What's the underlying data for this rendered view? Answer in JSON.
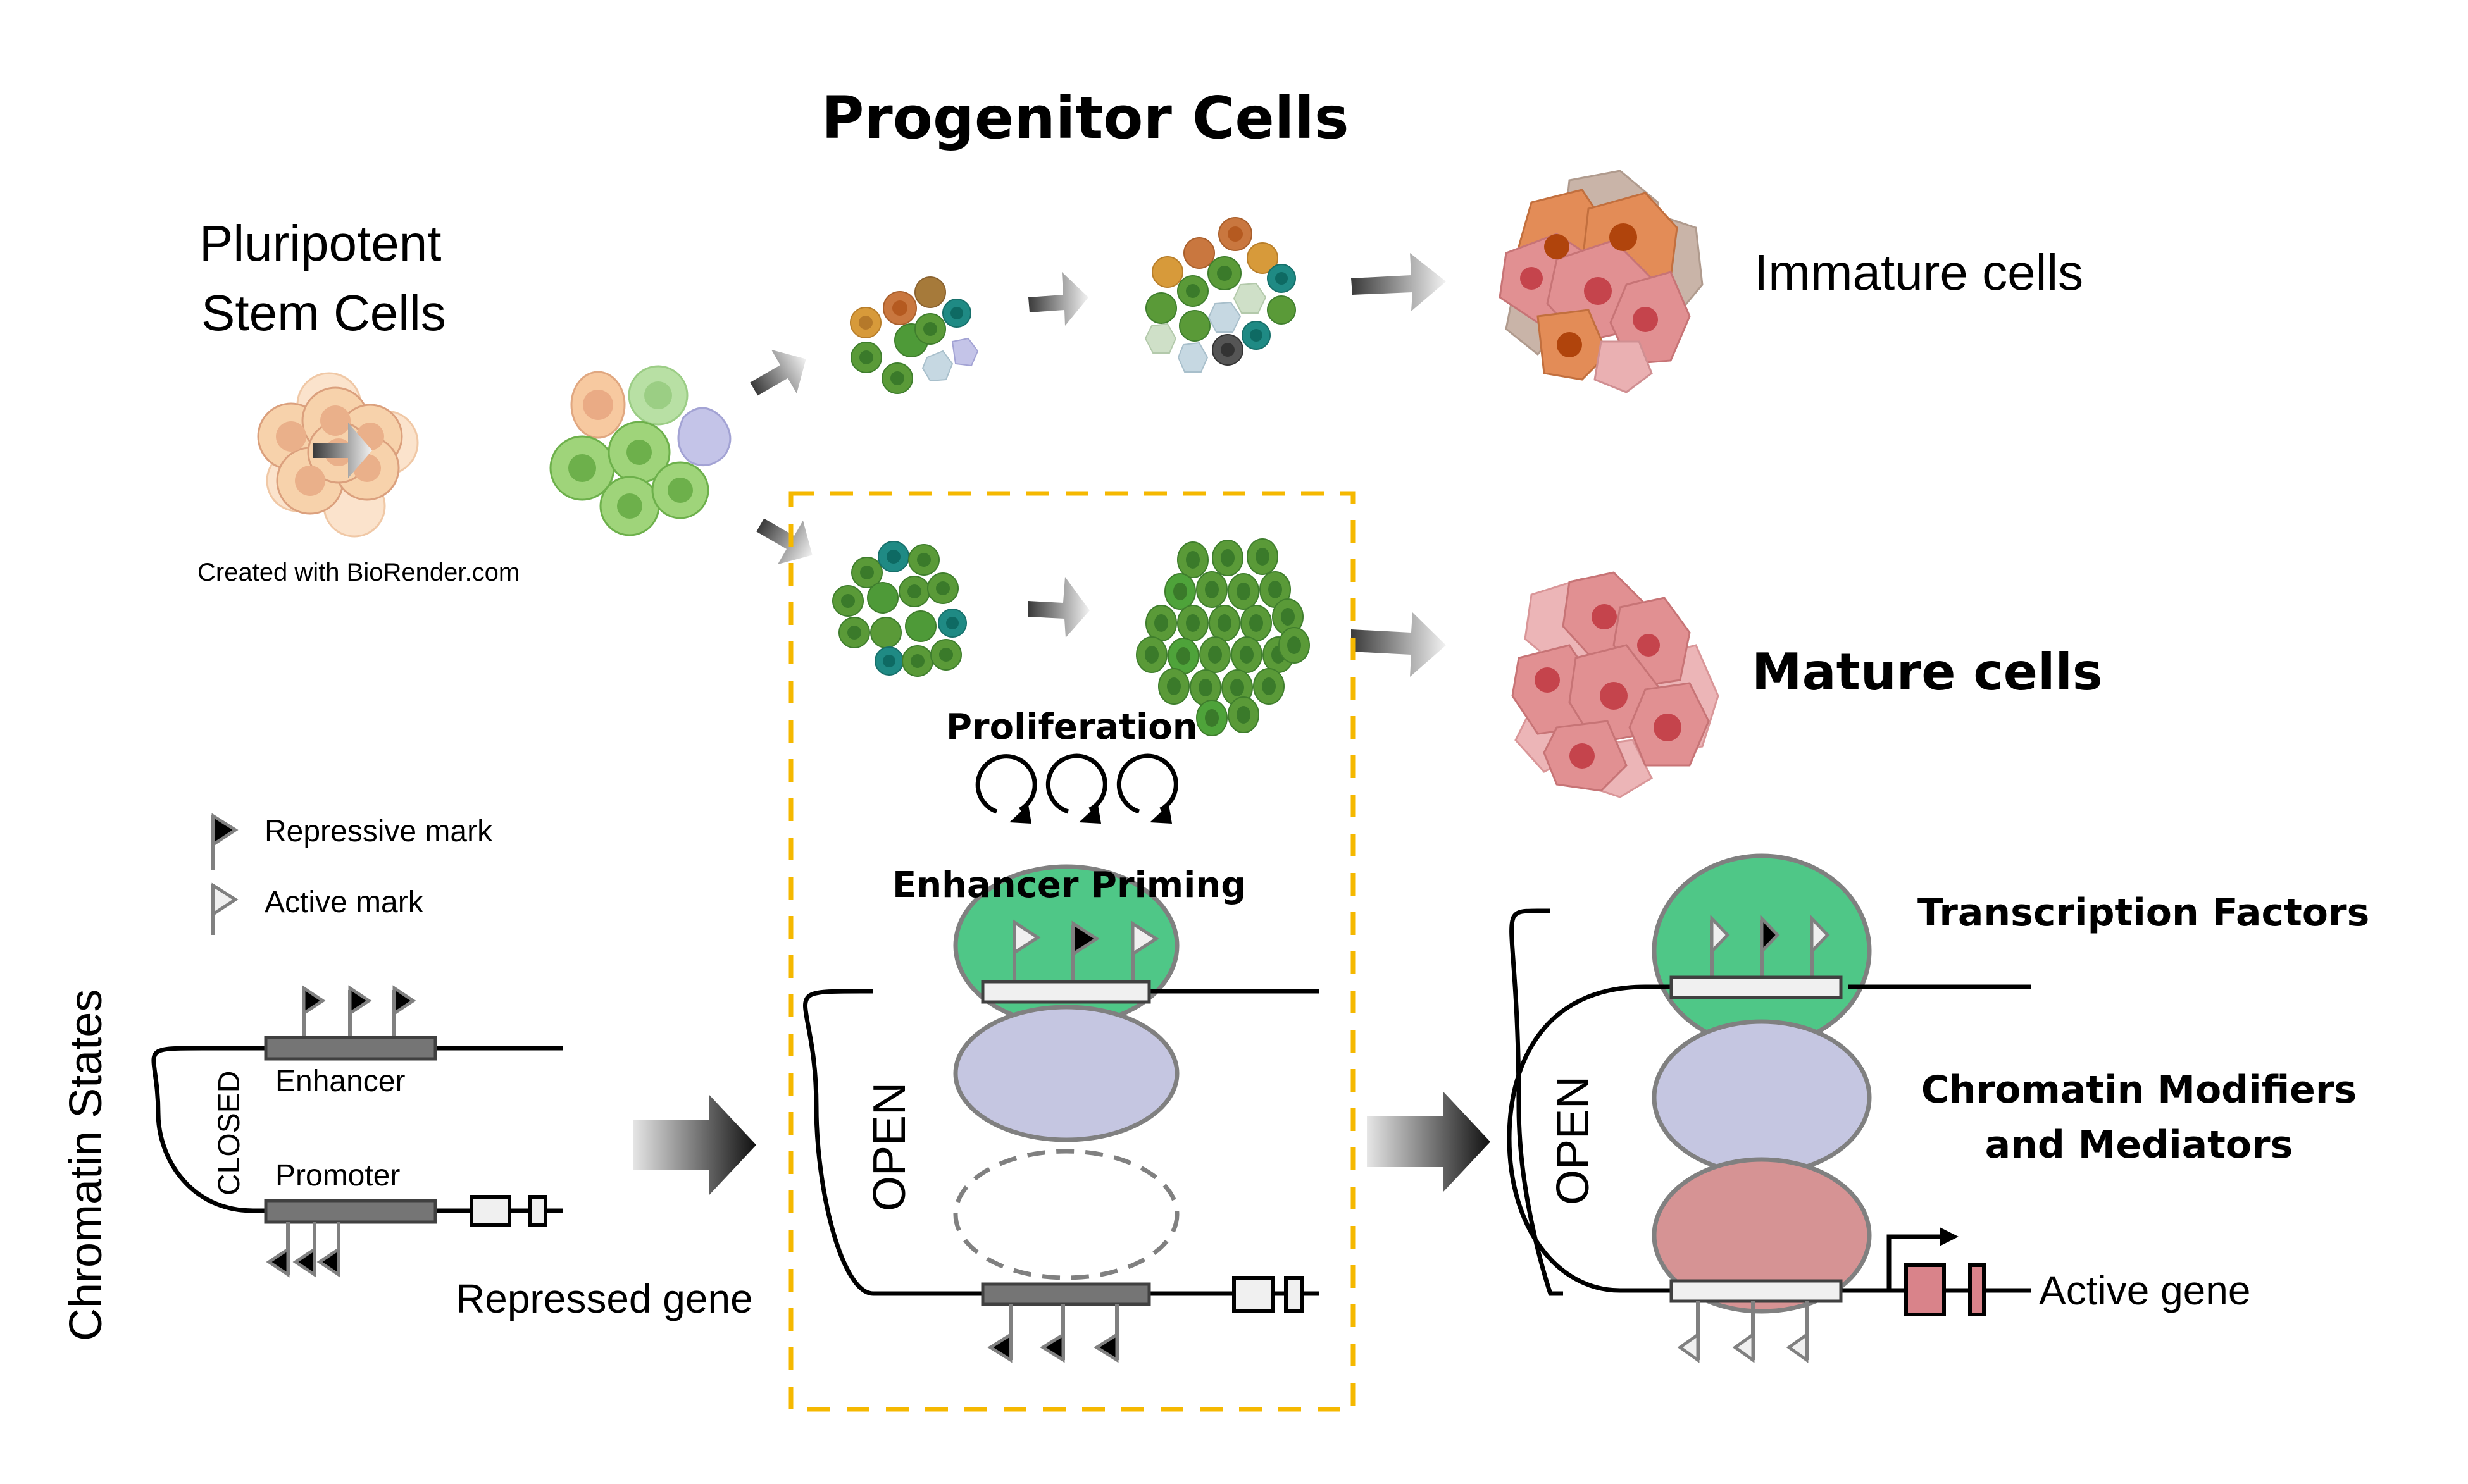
{
  "titles": {
    "progenitor": "Progenitor Cells",
    "pluripotent_line1": "Pluripotent",
    "pluripotent_line2": "Stem Cells",
    "immature": "Immature cells",
    "mature": "Mature cells",
    "credit": "Created with BioRender.com",
    "chromatin_states": "Chromatin States"
  },
  "legend": {
    "repressive": "Repressive mark",
    "active": "Active mark"
  },
  "closed_state": {
    "loop_label": "CLOSED",
    "enhancer_label": "Enhancer",
    "promoter_label": "Promoter",
    "gene_label": "Repressed gene"
  },
  "primed_state": {
    "proliferation_label": "Proliferation",
    "priming_label": "Enhancer Priming",
    "loop_label": "OPEN"
  },
  "active_state": {
    "loop_label": "OPEN",
    "tf_label": "Transcription Factors",
    "modifiers_line1": "Chromatin Modifiers",
    "modifiers_line2": "and Mediators",
    "gene_label": "Active gene"
  },
  "colors": {
    "highlight_box": "#f5b800",
    "transcription_factor": "#4fc787",
    "chromatin_modifier": "#c5c6e1",
    "mediator": "#d69394",
    "pluripotent_cell": "#f7d2ab",
    "progenitor_green": "#5a9a38",
    "progenitor_teal": "#1f8a84",
    "immature_orange": "#e0874f",
    "mature_pink": "#d98489"
  }
}
